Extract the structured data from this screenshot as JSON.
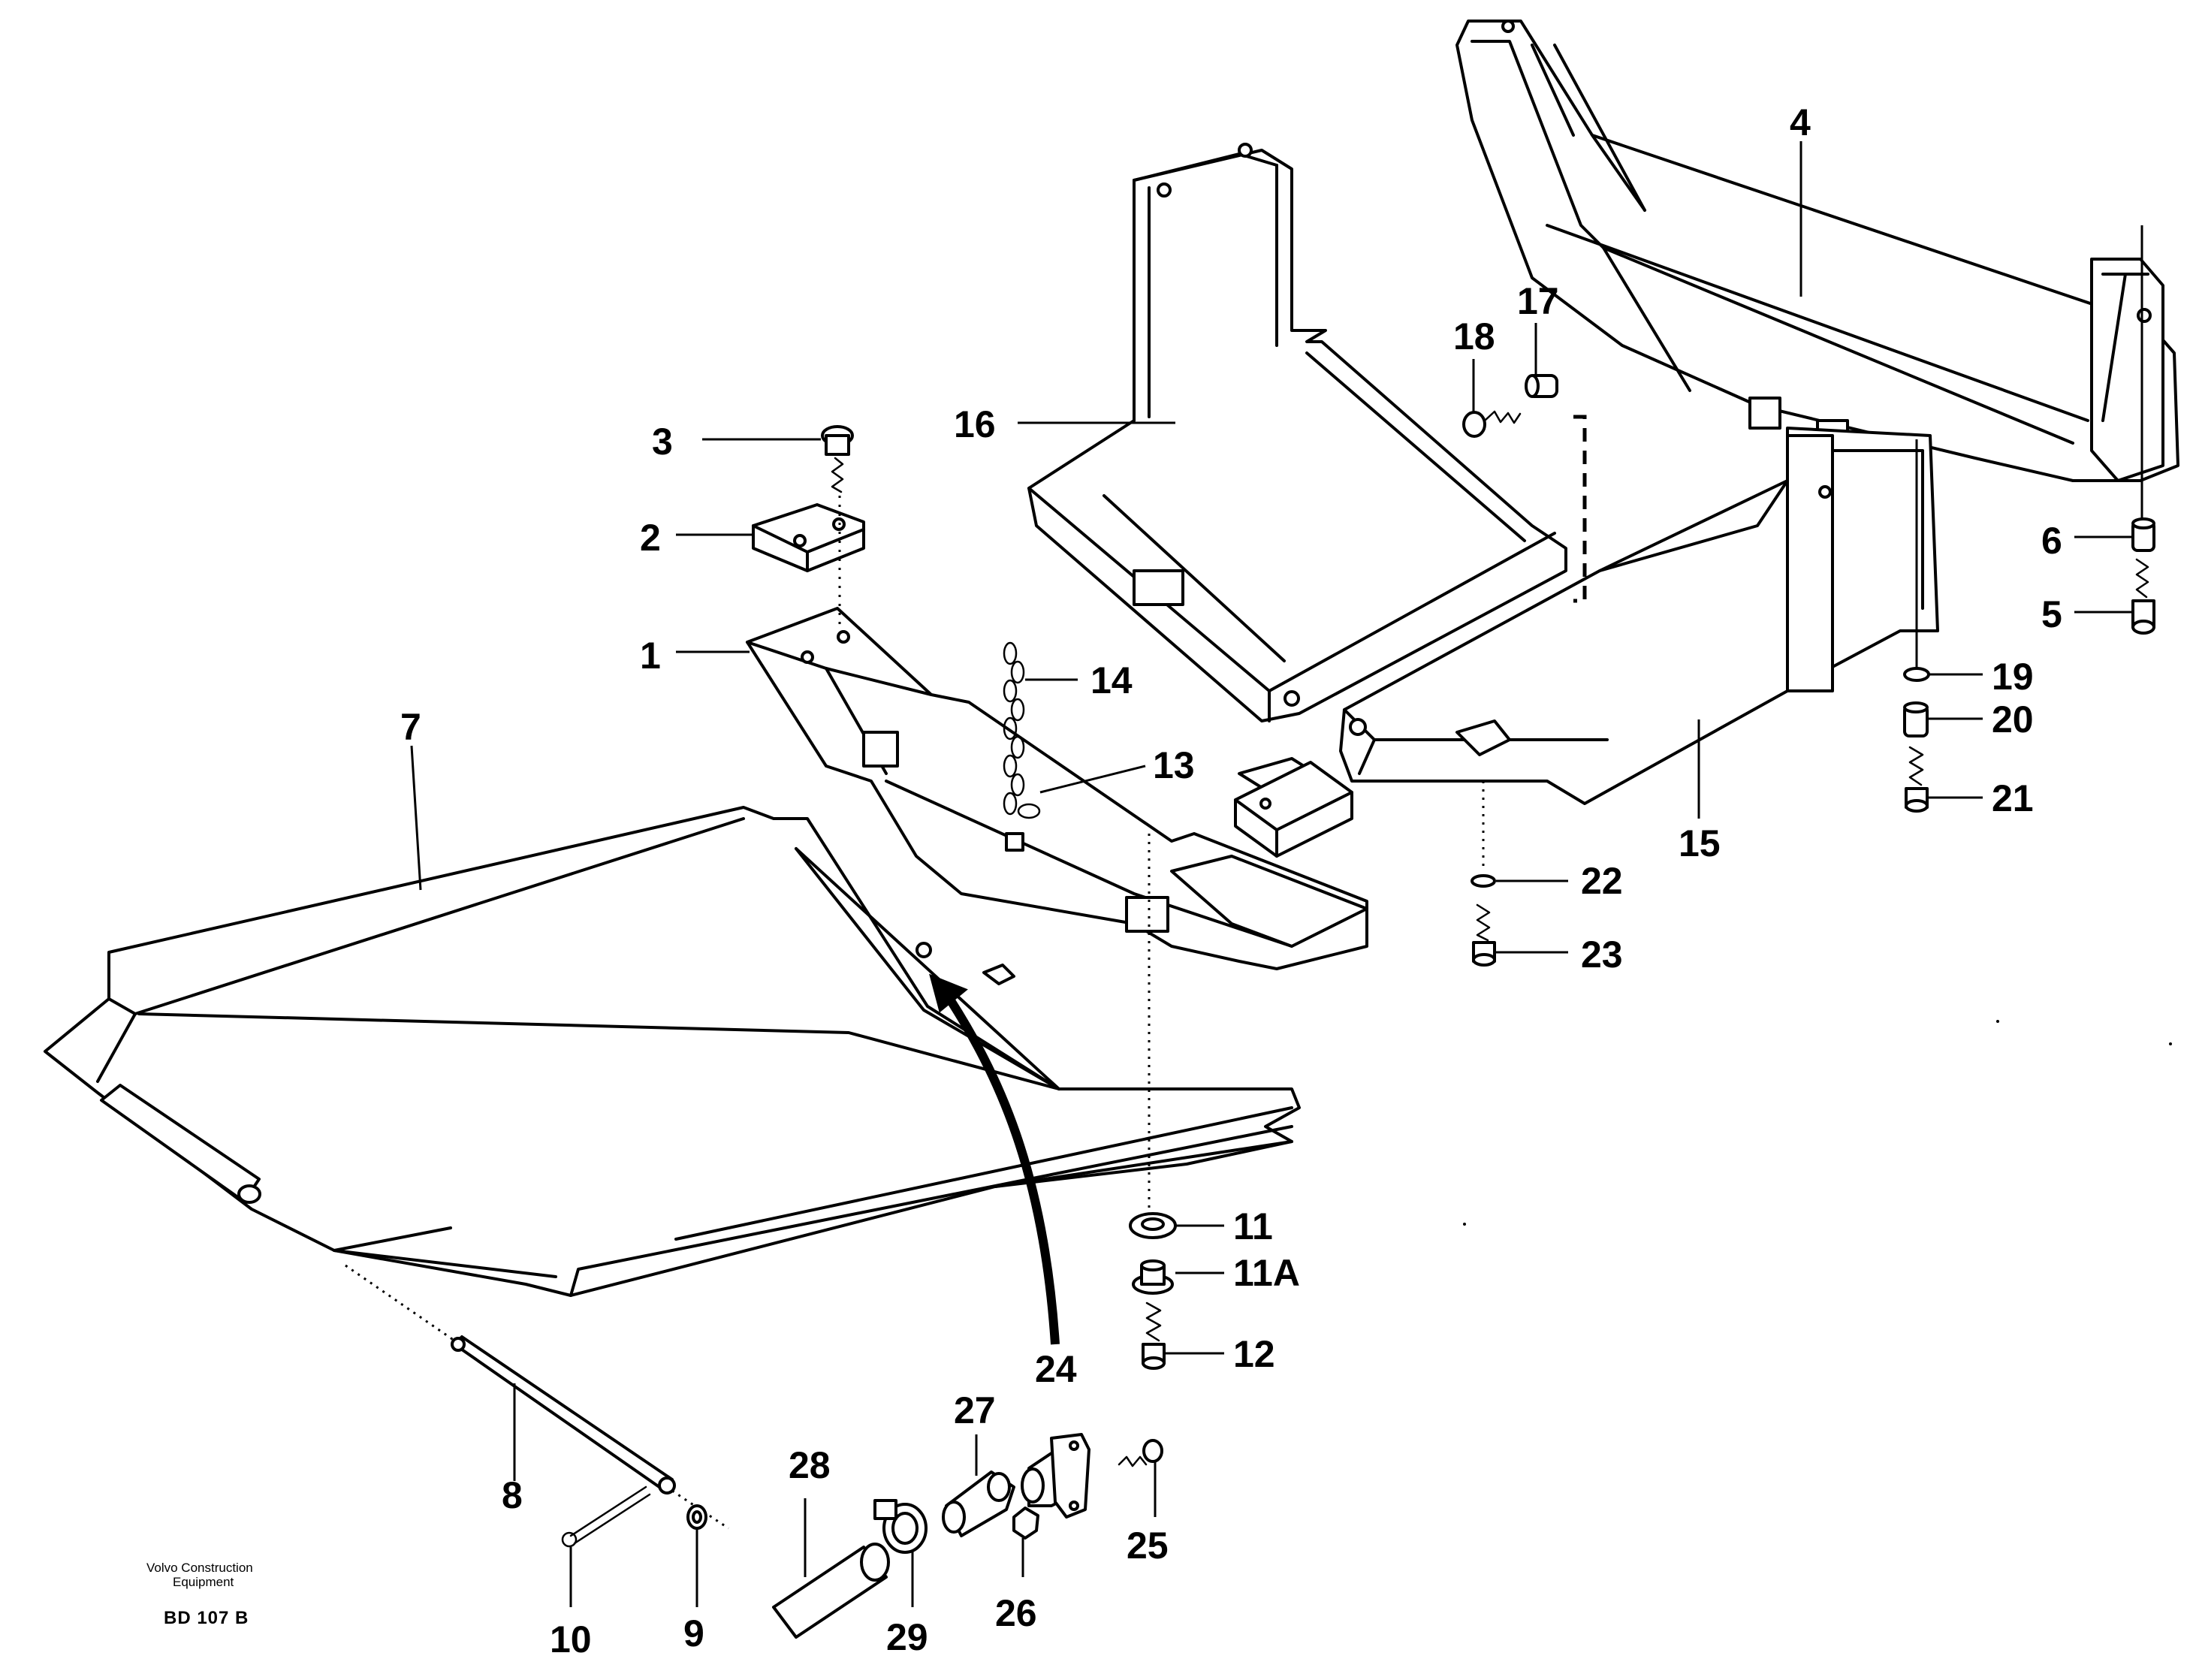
{
  "diagram": {
    "callouts": [
      {
        "id": "c1",
        "label": "1"
      },
      {
        "id": "c2",
        "label": "2"
      },
      {
        "id": "c3",
        "label": "3"
      },
      {
        "id": "c4",
        "label": "4"
      },
      {
        "id": "c5",
        "label": "5"
      },
      {
        "id": "c6",
        "label": "6"
      },
      {
        "id": "c7",
        "label": "7"
      },
      {
        "id": "c8",
        "label": "8"
      },
      {
        "id": "c9",
        "label": "9"
      },
      {
        "id": "c10",
        "label": "10"
      },
      {
        "id": "c11",
        "label": "11"
      },
      {
        "id": "c11a",
        "label": "11A"
      },
      {
        "id": "c12",
        "label": "12"
      },
      {
        "id": "c13",
        "label": "13"
      },
      {
        "id": "c14",
        "label": "14"
      },
      {
        "id": "c15",
        "label": "15"
      },
      {
        "id": "c16",
        "label": "16"
      },
      {
        "id": "c17",
        "label": "17"
      },
      {
        "id": "c18",
        "label": "18"
      },
      {
        "id": "c19",
        "label": "19"
      },
      {
        "id": "c20",
        "label": "20"
      },
      {
        "id": "c21",
        "label": "21"
      },
      {
        "id": "c22",
        "label": "22"
      },
      {
        "id": "c23",
        "label": "23"
      },
      {
        "id": "c24",
        "label": "24"
      },
      {
        "id": "c25",
        "label": "25"
      },
      {
        "id": "c26",
        "label": "26"
      },
      {
        "id": "c27",
        "label": "27"
      },
      {
        "id": "c28",
        "label": "28"
      },
      {
        "id": "c29",
        "label": "29"
      }
    ],
    "caption": {
      "line1": "Volvo Construction",
      "line2": "Equipment",
      "code": "BD 107 B"
    }
  }
}
